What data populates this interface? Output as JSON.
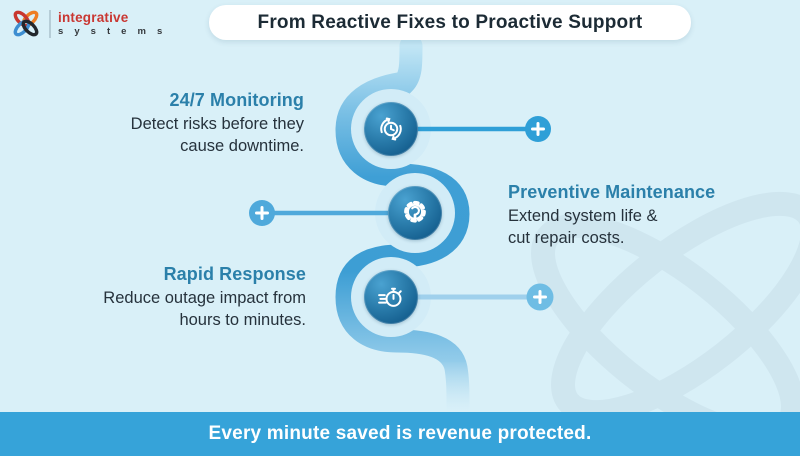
{
  "logo": {
    "brand_top": "integrative",
    "brand_bottom": "s y s t e m s",
    "icon": "pinwheel-swirl-icon"
  },
  "header": {
    "title": "From Reactive Fixes to Proactive Support"
  },
  "milestones": [
    {
      "title": "24/7 Monitoring",
      "desc_line1": "Detect risks before they",
      "desc_line2": "cause downtime.",
      "icon": "monitoring-clock-sync-icon",
      "text_side": "left",
      "connector_side": "right"
    },
    {
      "title": "Preventive Maintenance",
      "desc_line1": "Extend system life &",
      "desc_line2": "cut repair costs.",
      "icon": "gear-wrench-icon",
      "text_side": "right",
      "connector_side": "left"
    },
    {
      "title": "Rapid Response",
      "desc_line1": "Reduce outage impact from",
      "desc_line2": "hours to minutes.",
      "icon": "stopwatch-speed-icon",
      "text_side": "left",
      "connector_side": "right"
    }
  ],
  "footer": {
    "tagline": "Every minute saved is revenue protected."
  },
  "colors": {
    "background": "#d9f0f8",
    "banner": "#36a3d9",
    "heading_teal": "#2b80aa",
    "body_text": "#26323c",
    "node_blue_dark": "#145e8e",
    "ribbon_blue": "#3f9fd5",
    "connector_blue": "#2f9fd7",
    "logo_red": "#c93732"
  }
}
